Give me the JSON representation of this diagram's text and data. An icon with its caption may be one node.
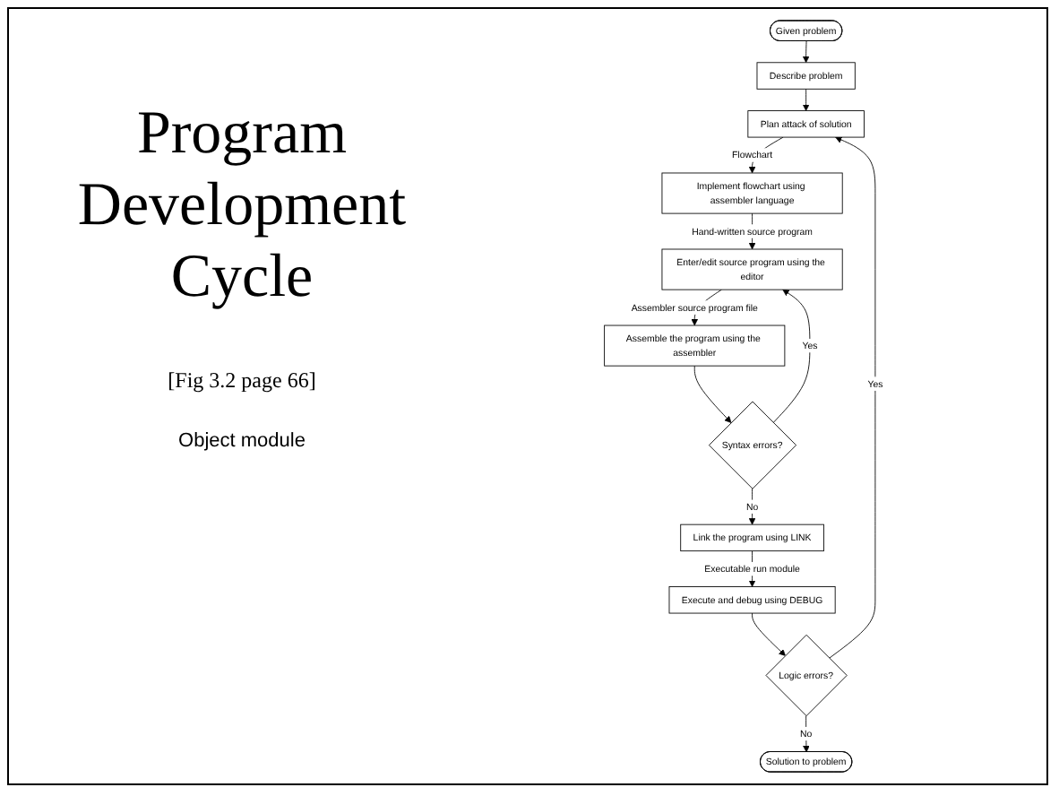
{
  "diagram": {
    "title": "Program Development Cycle",
    "caption": "[Fig 3.2 page 66]",
    "nodes": [
      {
        "text": [
          "Given problem"
        ]
      },
      {
        "text": [
          "Describe problem"
        ]
      },
      {
        "text": [
          "Plan attack of solution"
        ]
      },
      {
        "text": [
          "Implement flowchart using assembler language"
        ]
      },
      {
        "text": [
          "Enter/edit source program using the editor"
        ]
      },
      {
        "text": [
          "Assemble the program using the assembler"
        ]
      },
      {
        "text": [
          "Syntax errors?"
        ]
      },
      {
        "text": [
          "Link the program using LINK"
        ]
      },
      {
        "text": [
          "Execute and debug using DEBUG"
        ]
      },
      {
        "text": [
          "Logic errors?"
        ]
      },
      {
        "text": [
          "Solution to problem"
        ]
      }
    ],
    "edges": [
      {
        "from": 0,
        "to": 1,
        "arrow": "to"
      },
      {
        "from": 1,
        "to": 2,
        "arrow": "to"
      },
      {
        "from": 2,
        "to": 3,
        "label": "Flowchart",
        "arrow": "to"
      },
      {
        "from": 3,
        "to": 4,
        "label": "Hand-written source program",
        "arrow": "to"
      },
      {
        "from": 4,
        "to": 5,
        "label": "Assembler source program file",
        "arrow": "to"
      },
      {
        "from": 5,
        "to": 6,
        "arrow": "to"
      },
      {
        "from": 6,
        "to": 4,
        "label": "Yes",
        "arrow": "to"
      },
      {
        "from": 6,
        "to": 7,
        "label": "No",
        "arrow": "to"
      },
      {
        "from": 7,
        "to": 8,
        "label": "Executable run module",
        "arrow": "to"
      },
      {
        "from": 8,
        "to": 9,
        "arrow": "to"
      },
      {
        "from": 9,
        "to": 2,
        "label": "Yes",
        "arrow": "to"
      },
      {
        "from": 9,
        "to": 10,
        "label": "No",
        "arrow": "to"
      }
    ],
    "labels": [
      "Object module"
    ]
  }
}
